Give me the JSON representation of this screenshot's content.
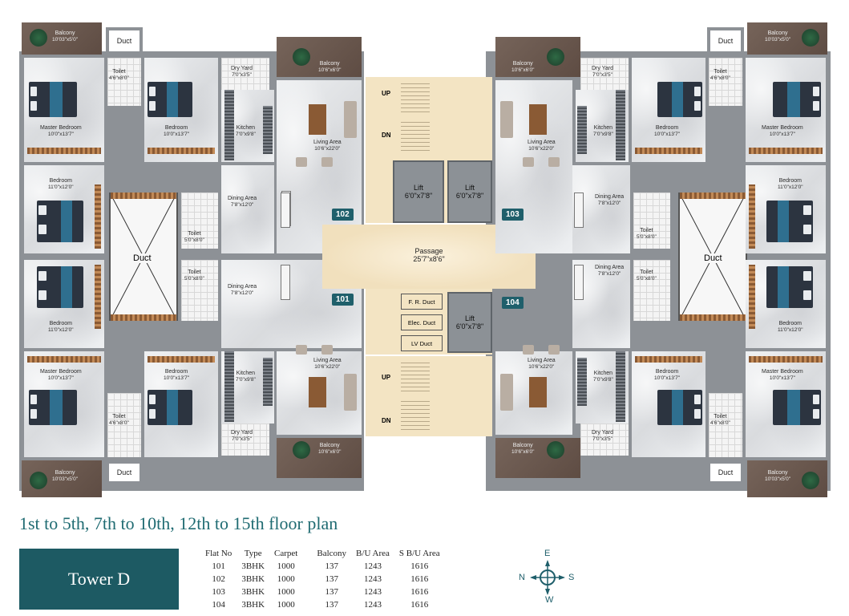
{
  "title": "1st to 5th, 7th to 10th, 12th to 15th floor plan",
  "tower": "Tower D",
  "flats": {
    "f101": "101",
    "f102": "102",
    "f103": "103",
    "f104": "104"
  },
  "rooms": {
    "balcony_corner": {
      "name": "Balcony",
      "dim": "10'03\"x5'0\""
    },
    "balcony_living": {
      "name": "Balcony",
      "dim": "10'6\"x6'0\""
    },
    "duct": "Duct",
    "toilet_master": {
      "name": "Toilet",
      "dim": "4'6\"x8'0\""
    },
    "toilet_side": {
      "name": "Toilet",
      "dim": "5'0\"x8'0\""
    },
    "master_bedroom": {
      "name": "Master Bedroom",
      "dim": "10'0\"x13'7\""
    },
    "bedroom_a": {
      "name": "Bedroom",
      "dim": "10'0\"x13'7\""
    },
    "bedroom_b": {
      "name": "Bedroom",
      "dim": "11'0\"x12'0\""
    },
    "dry_yard": {
      "name": "Dry Yard",
      "dim": "7'0\"x3'5\""
    },
    "kitchen": {
      "name": "Kitchen",
      "dim": "7'0\"x9'8\""
    },
    "living": {
      "name": "Living Area",
      "dim": "10'6\"x22'0\""
    },
    "dining": {
      "name": "Dining Area",
      "dim": "7'8\"x12'0\""
    }
  },
  "core": {
    "up": "UP",
    "dn": "DN",
    "lift_name": "Lift",
    "lift_dim": "6'0\"x7'8\"",
    "passage_name": "Passage",
    "passage_dim": "25'7\"x8'6\"",
    "fr_duct": "F. R. Duct",
    "elec_duct": "Elec. Duct",
    "lv_duct": "LV Duct"
  },
  "table": {
    "headers": [
      "Flat No",
      "Type",
      "Carpet",
      "Balcony",
      "B/U Area",
      "S B/U Area"
    ],
    "rows": [
      [
        "101",
        "3BHK",
        "1000",
        "137",
        "1243",
        "1616"
      ],
      [
        "102",
        "3BHK",
        "1000",
        "137",
        "1243",
        "1616"
      ],
      [
        "103",
        "3BHK",
        "1000",
        "137",
        "1243",
        "1616"
      ],
      [
        "104",
        "3BHK",
        "1000",
        "137",
        "1243",
        "1616"
      ]
    ]
  },
  "compass": {
    "n": "N",
    "s": "S",
    "e": "E",
    "w": "W"
  },
  "colors": {
    "accent": "#1d5a63",
    "caption": "#1f6b72",
    "wall": "#8d9196",
    "wood": "#8a5a34"
  }
}
